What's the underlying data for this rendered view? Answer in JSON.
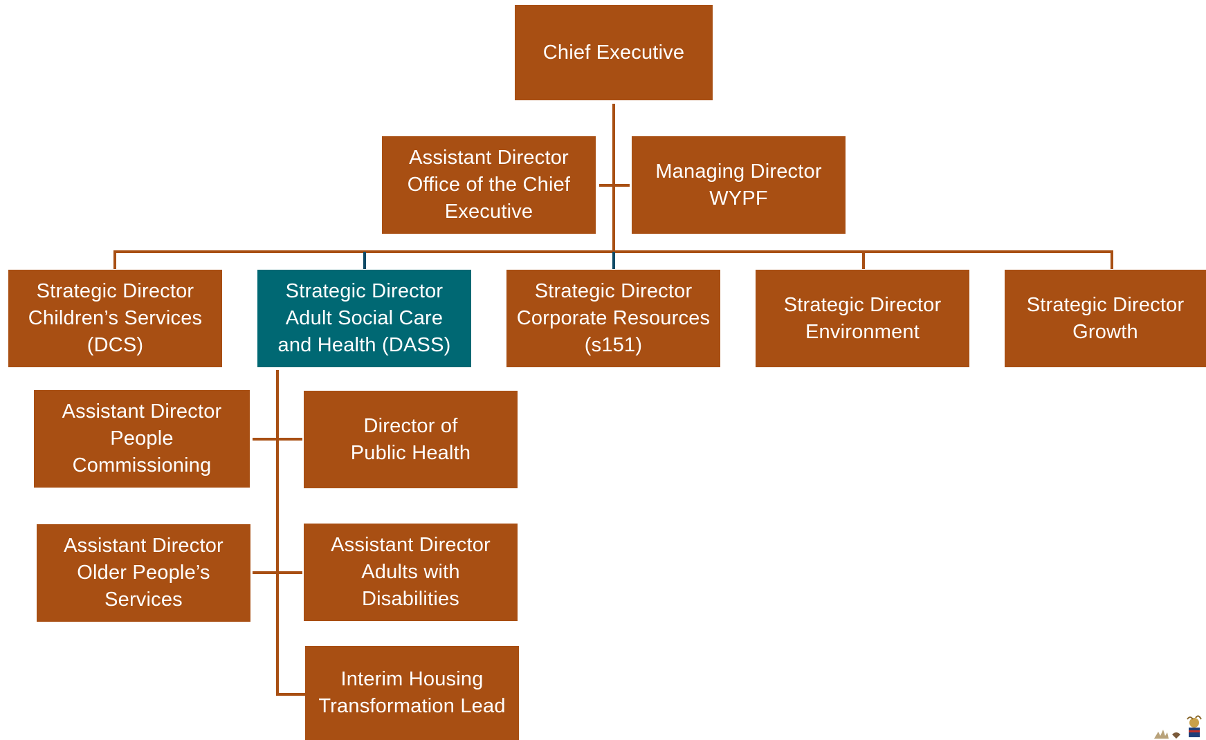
{
  "colors": {
    "box": "#A84F13",
    "highlight": "#006873",
    "connector": "#A84F13",
    "connector_accent": "#0E4A66",
    "text": "#FFFFFF"
  },
  "boxes": {
    "ceo": "Chief Executive",
    "ad_office": "Assistant Director\nOffice of the Chief\nExecutive",
    "md_wypf": "Managing Director\nWYPF",
    "sd_children": "Strategic Director\nChildren’s Services\n(DCS)",
    "sd_adult": "Strategic Director\nAdult Social Care\nand Health (DASS)",
    "sd_corporate": "Strategic Director\nCorporate Resources\n(s151)",
    "sd_environment": "Strategic Director\nEnvironment",
    "sd_growth": "Strategic Director\nGrowth",
    "ad_people": "Assistant Director\nPeople\nCommissioning",
    "dir_public_health": "Director of\nPublic Health",
    "ad_older": "Assistant Director\nOlder People’s\nServices",
    "ad_disabilities": "Assistant Director\nAdults with\nDisabilities",
    "housing_lead": "Interim Housing\nTransformation Lead"
  },
  "logo_icon": "council-crest-icon"
}
